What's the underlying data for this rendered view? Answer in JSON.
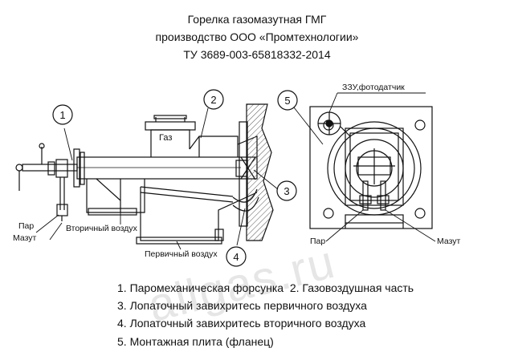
{
  "title": {
    "line1": "Горелка газомазутная ГМГ",
    "line2": "производство ООО «Промтехнологии»",
    "line3": "ТУ 3689-003-65818332-2014"
  },
  "labels": {
    "gas": "Газ",
    "steam_left": "Пар",
    "fuel_oil_left": "Мазут",
    "secondary_air": "Вторичный воздух",
    "primary_air": "Первичный воздух",
    "sensor": "ЗЗУ,фотодатчик",
    "steam_right": "Пар",
    "fuel_oil_right": "Мазут"
  },
  "callouts": [
    "1",
    "2",
    "3",
    "4",
    "5"
  ],
  "legend": {
    "line1": "1. Паромеханическая форсунка  2. Газовоздушная часть",
    "line2": "3. Лопаточный завихритесь первичного воздуха",
    "line3": "4. Лопаточный завихритесь вторичного воздуха",
    "line4": "5. Монтажная плита (фланец)"
  },
  "watermark": "allgas.ru"
}
